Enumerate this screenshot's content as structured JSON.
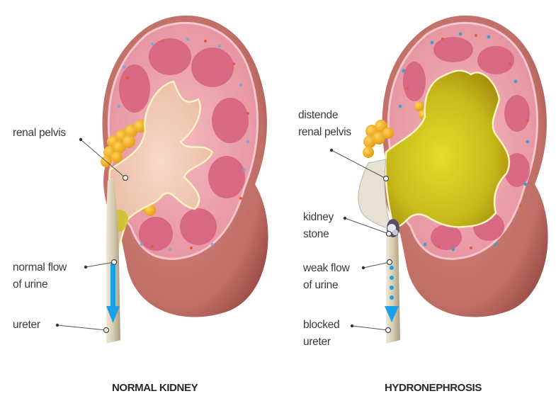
{
  "diagram": {
    "panels": [
      {
        "id": "normal",
        "caption": "NORMAL KIDNEY",
        "labels": {
          "renal_pelvis": "renal pelvis",
          "normal_flow_line1": "normal flow",
          "normal_flow_line2": "of urine",
          "ureter": "ureter"
        }
      },
      {
        "id": "hydronephrosis",
        "caption": "HYDRONEPHROSIS",
        "labels": {
          "distende_line1": "distende",
          "distende_line2": "renal pelvis",
          "kidney_stone_line1": "kidney",
          "kidney_stone_line2": "stone",
          "weak_flow_line1": "weak flow",
          "weak_flow_line2": "of urine",
          "blocked_ureter_line1": "blocked",
          "blocked_ureter_line2": "ureter"
        }
      }
    ],
    "colors": {
      "capsule": "#b4625a",
      "cortex": "#e79aa6",
      "medulla": "#d45a7a",
      "pelvis_normal": "#f0c6b0",
      "pelvis_urine": "#c9c21a",
      "fat": "#f2b01e",
      "ureter": "#d8cfb4",
      "flow_arrow": "#1aa0e6",
      "label_text": "#3a3a3a"
    }
  }
}
